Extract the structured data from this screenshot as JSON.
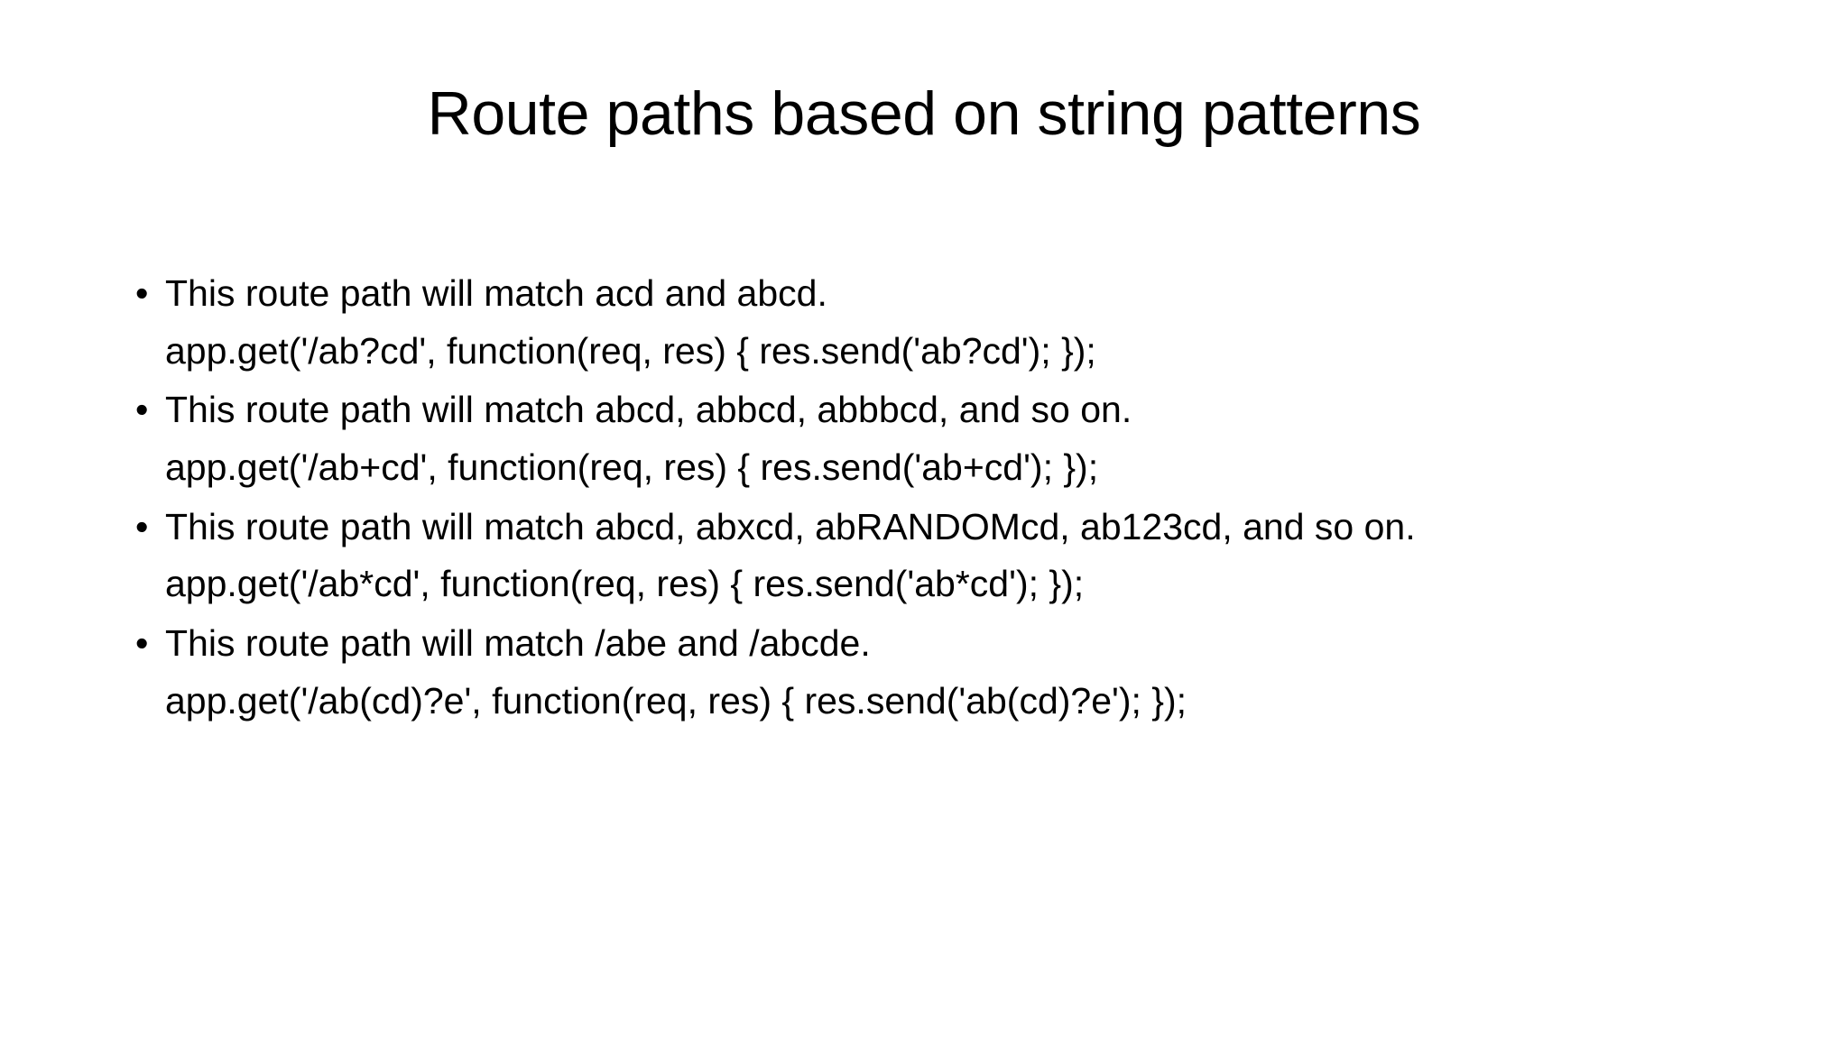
{
  "slide": {
    "background_color": "#ffffff",
    "text_color": "#000000",
    "title": "Route paths based on string patterns",
    "bullet_glyph": "•",
    "body": [
      {
        "kind": "bullet",
        "text": "This route path will match acd and abcd."
      },
      {
        "kind": "code",
        "text": "app.get('/ab?cd', function(req, res) { res.send('ab?cd'); });"
      },
      {
        "kind": "bullet",
        "text": "This route path will match abcd, abbcd, abbbcd, and so on."
      },
      {
        "kind": "code",
        "text": "app.get('/ab+cd', function(req, res) { res.send('ab+cd'); });"
      },
      {
        "kind": "bullet",
        "text": "This route path will match abcd, abxcd, abRANDOMcd, ab123cd, and so on."
      },
      {
        "kind": "code",
        "text": "app.get('/ab*cd', function(req, res) { res.send('ab*cd'); });"
      },
      {
        "kind": "bullet",
        "text": "This route path will match /abe and /abcde."
      },
      {
        "kind": "code",
        "text": "app.get('/ab(cd)?e', function(req, res) { res.send('ab(cd)?e'); });"
      }
    ]
  }
}
